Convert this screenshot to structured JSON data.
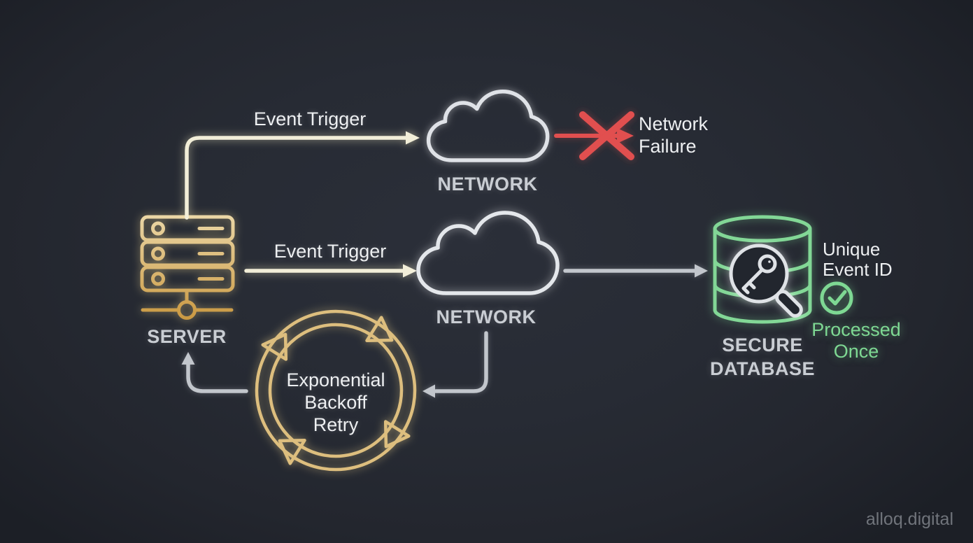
{
  "colors": {
    "background": "#262a33",
    "gold": "#d9b26c",
    "cream_arrow": "#f2eed8",
    "cloud_stroke": "#e2e5e9",
    "failure_red": "#e14f4f",
    "success_green": "#7ed893",
    "gray_arrow": "#c2c6cc",
    "label_gray": "#c9cdd3",
    "text_white": "#edeff1",
    "watermark_gray": "#70747b"
  },
  "icons": {
    "server": "server-stack-icon",
    "network": "cloud-icon",
    "failure": "crossed-arrow-x-icon",
    "database": "database-cylinder-icon",
    "lookup": "magnifier-key-icon",
    "processed": "check-circle-icon",
    "retry": "circular-arrows-icon"
  },
  "diagram": {
    "server": {
      "label": "SERVER"
    },
    "failed_path": {
      "arrow_label": "Event Trigger",
      "network_label": "NETWORK",
      "failure_line1": "Network",
      "failure_line2": "Failure"
    },
    "success_path": {
      "arrow_label": "Event Trigger",
      "network_label": "NETWORK"
    },
    "database": {
      "label_line1": "SECURE",
      "label_line2": "DATABASE",
      "unique_line1": "Unique",
      "unique_line2": "Event ID",
      "processed_line1": "Processed",
      "processed_line2": "Once"
    },
    "retry_loop": {
      "line1": "Exponential",
      "line2": "Backoff",
      "line3": "Retry"
    },
    "watermark": "alloq.digital"
  }
}
